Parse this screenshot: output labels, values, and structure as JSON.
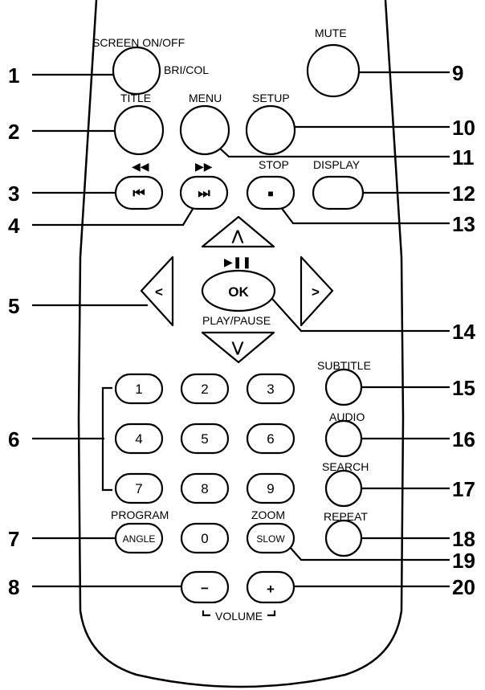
{
  "labels": {
    "screen_onoff": "SCREEN ON/OFF",
    "bricol": "BRI/COL",
    "mute": "MUTE",
    "title": "TITLE",
    "menu": "MENU",
    "setup": "SETUP",
    "stop": "STOP",
    "display": "DISPLAY",
    "play_pause": "PLAY/PAUSE",
    "subtitle": "SUBTITLE",
    "audio": "AUDIO",
    "search": "SEARCH",
    "repeat": "REPEAT",
    "program": "PROGRAM",
    "zoom": "ZOOM",
    "volume": "VOLUME"
  },
  "buttons": {
    "ok": "OK",
    "angle": "ANGLE",
    "slow": "SLOW",
    "minus": "−",
    "plus": "+",
    "digits": [
      "1",
      "2",
      "3",
      "4",
      "5",
      "6",
      "7",
      "8",
      "9",
      "0"
    ]
  },
  "glyphs": {
    "rew": "◀◀",
    "ffw": "▶▶",
    "prev": "⏮",
    "next": "⏭",
    "stop": "■",
    "up": "⋀",
    "down": "⋁",
    "left": "<",
    "right": ">",
    "play_pause": "▶❚❚"
  },
  "callouts": [
    "1",
    "2",
    "3",
    "4",
    "5",
    "6",
    "7",
    "8",
    "9",
    "10",
    "11",
    "12",
    "13",
    "14",
    "15",
    "16",
    "17",
    "18",
    "19",
    "20"
  ]
}
